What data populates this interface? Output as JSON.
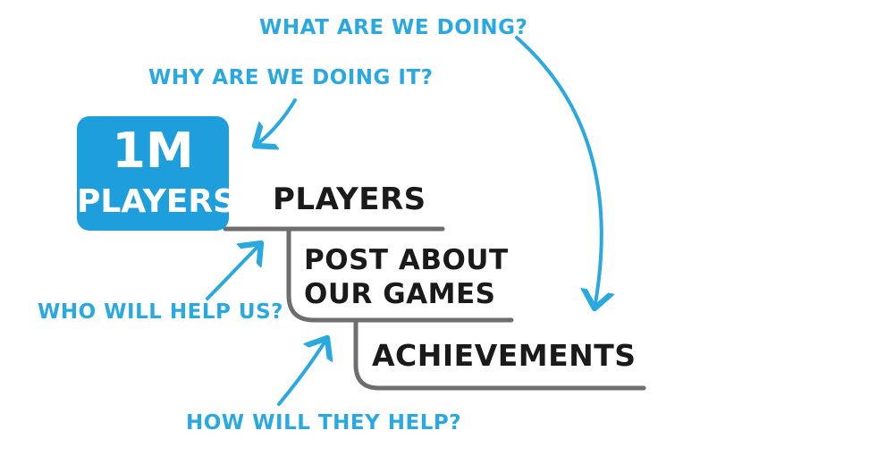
{
  "questions": {
    "what": "WHAT ARE WE DOING?",
    "why": "WHY ARE WE DOING IT?",
    "who": "WHO WILL HELP US?",
    "how": "HOW WILL THEY HELP?"
  },
  "goal": {
    "line1": "1M",
    "line2": "PLAYERS"
  },
  "levels": {
    "actors": "PLAYERS",
    "impact_line1": "POST ABOUT",
    "impact_line2": "OUR GAMES",
    "deliverables": "ACHIEVEMENTS"
  },
  "colors": {
    "accent": "#2aa9e0",
    "goal_fill": "#1e9fdc",
    "connector": "#6e6e6e",
    "text": "#1a1a1a"
  }
}
